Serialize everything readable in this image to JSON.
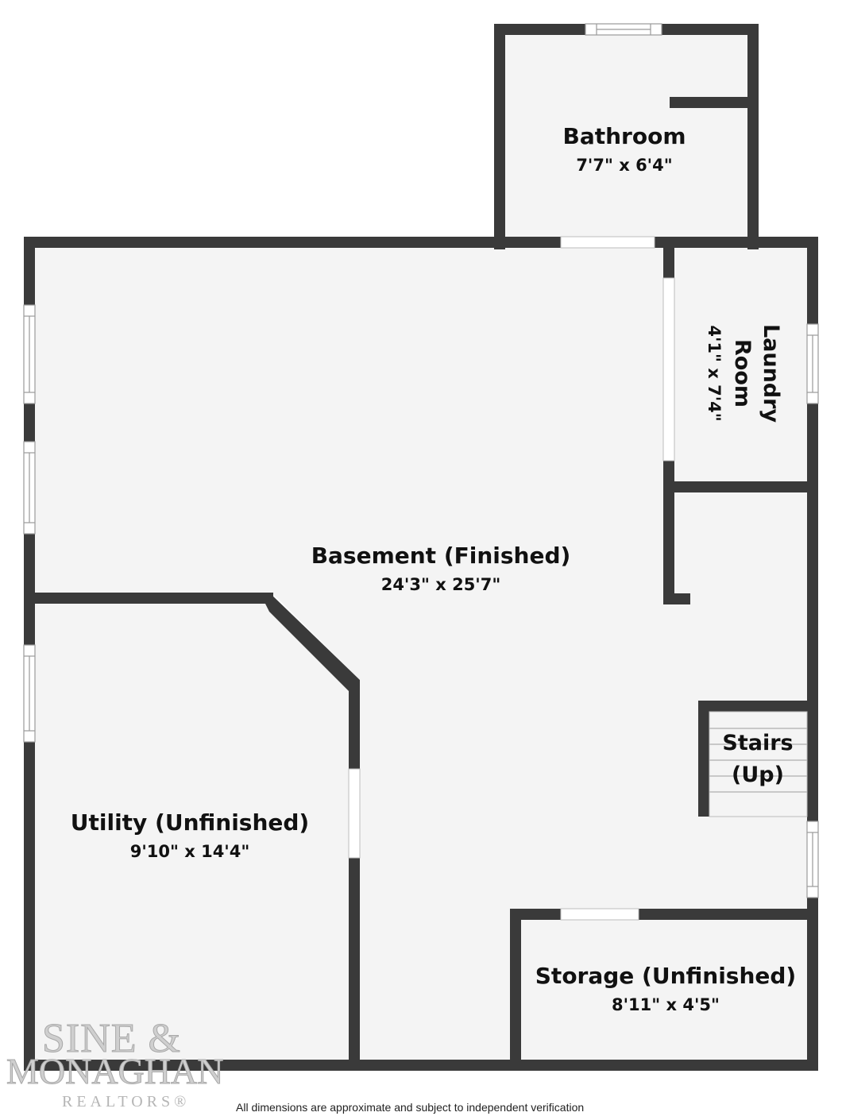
{
  "rooms": {
    "bathroom": {
      "name": "Bathroom",
      "dims": "7'7\" x 6'4\""
    },
    "laundry": {
      "name_line1": "Laundry",
      "name_line2": "Room",
      "dims": "4'1\" x 7'4\""
    },
    "basement": {
      "name": "Basement (Finished)",
      "dims": "24'3\" x 25'7\""
    },
    "stairs": {
      "name_line1": "Stairs",
      "name_line2": "(Up)"
    },
    "utility": {
      "name": "Utility (Unfinished)",
      "dims": "9'10\" x 14'4\""
    },
    "storage": {
      "name": "Storage (Unfinished)",
      "dims": "8'11\" x 4'5\""
    }
  },
  "logo": {
    "line1": "SINE &",
    "line2": "MONAGHAN",
    "line3": "REALTORS®"
  },
  "disclaimer": "All dimensions are approximate and subject to independent verification",
  "colors": {
    "wall": "#3a3a3a",
    "floor": "#f4f4f4",
    "window": "#ffffff"
  }
}
